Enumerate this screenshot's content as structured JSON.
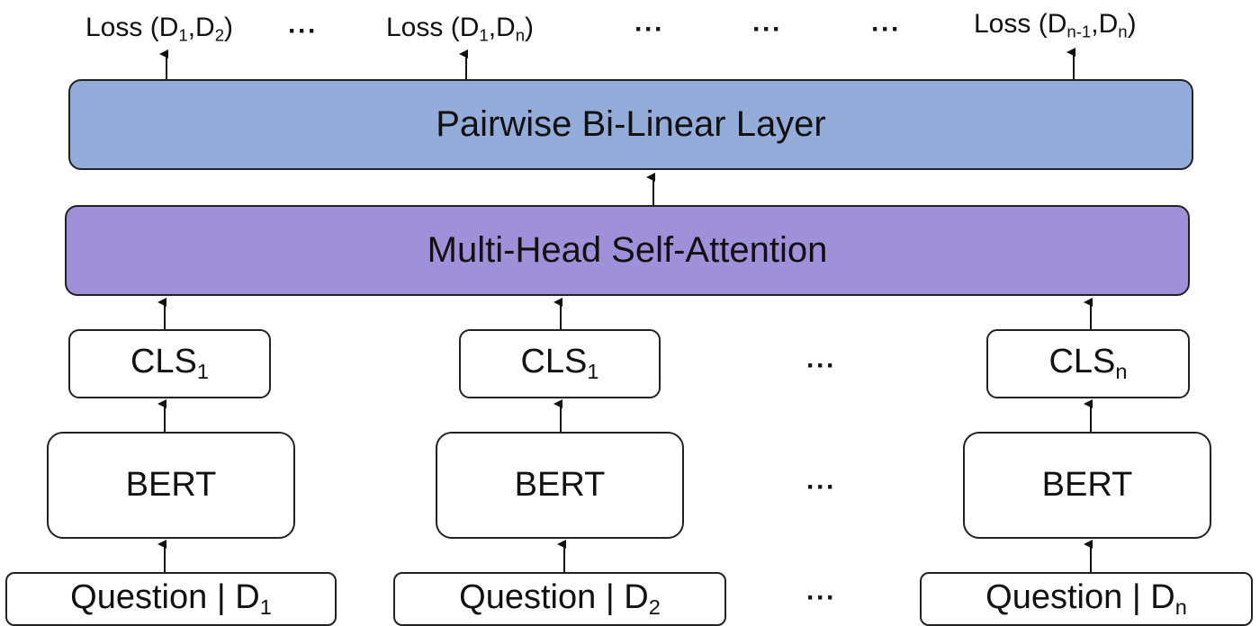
{
  "layers": {
    "bilinear": "Pairwise Bi-Linear Layer",
    "mhsa": "Multi-Head Self-Attention"
  },
  "losses": [
    {
      "prefix": "Loss (D",
      "s1": "1",
      "mid": ",D",
      "s2": "2",
      "suffix": ")"
    },
    {
      "prefix": "Loss (D",
      "s1": "1",
      "mid": ",D",
      "s2": "n",
      "suffix": ")"
    },
    {
      "prefix": "Loss (D",
      "s1": "n-1",
      "mid": ",D",
      "s2": "n",
      "suffix": ")"
    }
  ],
  "columns": [
    {
      "cls_base": "CLS",
      "cls_sub": "1",
      "bert": "BERT",
      "q_base": "Question | D",
      "q_sub": "1"
    },
    {
      "cls_base": "CLS",
      "cls_sub": "1",
      "bert": "BERT",
      "q_base": "Question | D",
      "q_sub": "2"
    },
    {
      "cls_base": "CLS",
      "cls_sub": "n",
      "bert": "BERT",
      "q_base": "Question | D",
      "q_sub": "n"
    }
  ],
  "ellipsis": "···"
}
